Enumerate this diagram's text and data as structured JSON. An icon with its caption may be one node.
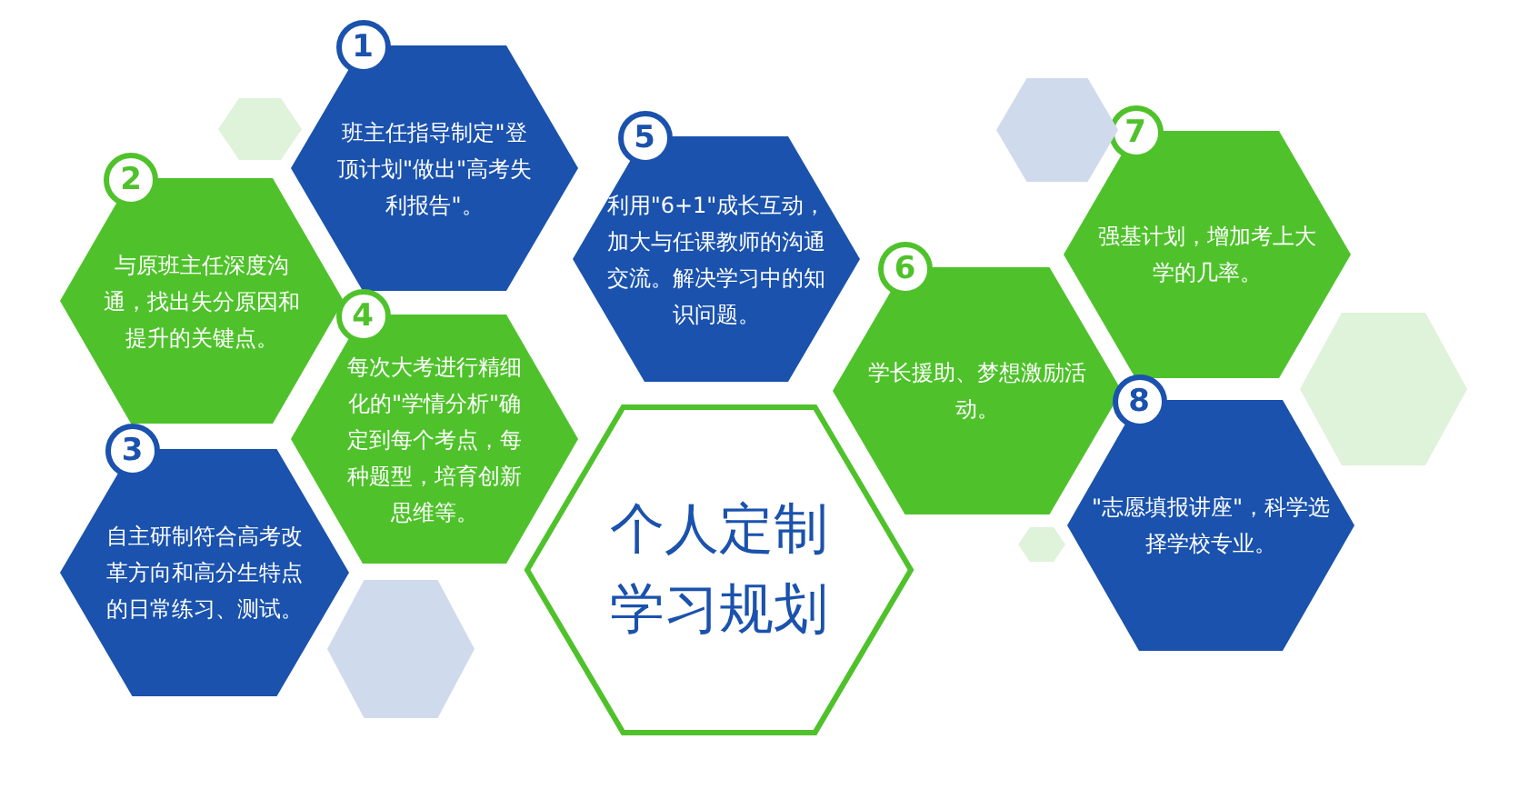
{
  "diagram": {
    "nodes": [
      {
        "text": [
          "1",
          "班主任指导制定\"登顶计划\"做出\"高考失利报告\"。"
        ]
      },
      {
        "text": [
          "2",
          "与原班主任深度沟通，找出失分原因和提升的关键点。"
        ]
      },
      {
        "text": [
          "3",
          "自主研制符合高考改革方向和高分生特点的日常练习、测试。"
        ]
      },
      {
        "text": [
          "4",
          "每次大考进行精细化的\"学情分析\"确定到每个考点，每种题型，培育创新思维等。"
        ]
      },
      {
        "text": [
          "5",
          "利用\"6+1\"成长互动，加大与任课教师的沟通交流。解决学习中的知识问题。"
        ]
      },
      {
        "text": [
          "个人定制学习规划"
        ]
      },
      {
        "text": [
          "6",
          "学长援助、梦想激励活动。"
        ]
      },
      {
        "text": [
          "7",
          "强基计划，增加考上大学的几率。"
        ]
      },
      {
        "text": [
          "8",
          "\"志愿填报讲座\"，科学选择学校专业。"
        ]
      },
      {
        "text": [],
        "shape": "hexagon"
      },
      {
        "text": [],
        "shape": "hexagon"
      },
      {
        "text": [],
        "shape": "hexagon"
      },
      {
        "text": [],
        "shape": "hexagon"
      },
      {
        "text": [],
        "shape": "hexagon"
      }
    ]
  }
}
